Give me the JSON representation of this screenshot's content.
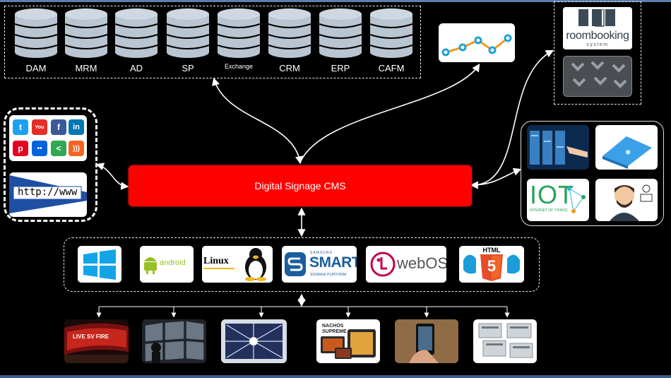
{
  "databases": [
    "DAM",
    "MRM",
    "AD",
    "SP",
    "Exchange",
    "CRM",
    "ERP",
    "CAFM"
  ],
  "cms": {
    "label": "Digital Signage CMS"
  },
  "room_booking": {
    "brand": "roombooking",
    "sub": "system"
  },
  "web": {
    "url_text": "http://www"
  },
  "iot": {
    "big": "IOT",
    "small": "INTERNET OF THINGS"
  },
  "platforms": {
    "android": "android",
    "linux": "Linux",
    "samsung_top": "SAMSUNG",
    "samsung_main": "SMART",
    "samsung_sub": "SIGNAGE PLATFORM",
    "webos": "webOS",
    "html_top": "HTML",
    "html_num": "5"
  },
  "devices": {
    "led_text": "LIVE SV FIRE",
    "menu_text": "NACHOS SUPREME"
  },
  "colors": {
    "cms": "#ff0000",
    "db": "#b9c5d1",
    "bg": "#000000"
  }
}
